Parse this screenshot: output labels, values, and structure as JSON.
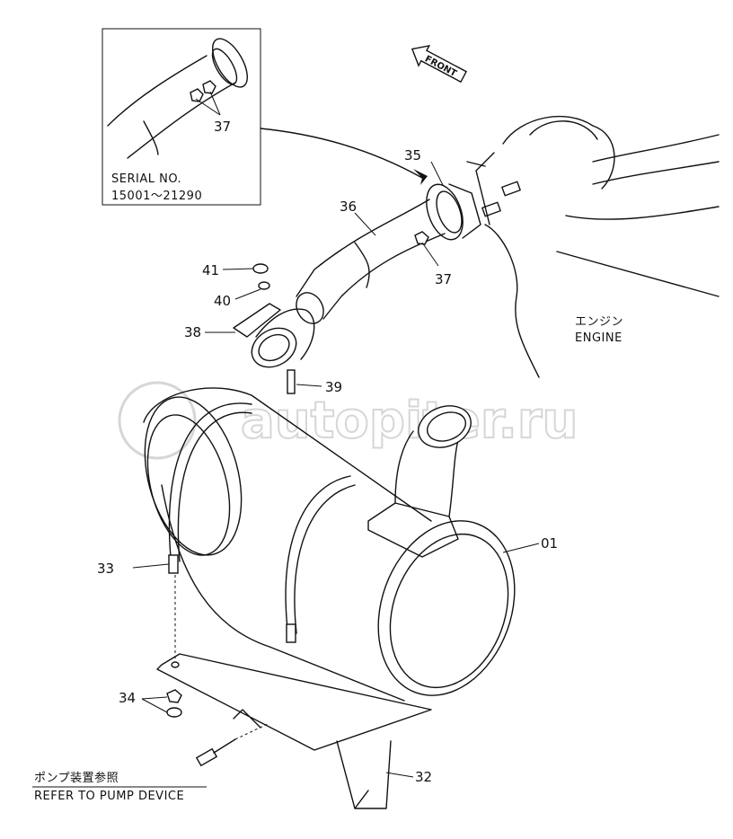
{
  "watermark": "autopiter.ru",
  "direction": "FRONT",
  "inset": {
    "serial_title": "SERIAL NO.",
    "serial_range": "15001～21290",
    "part_label": "37"
  },
  "engine": {
    "label_ja": "エンジン",
    "label_en": "ENGINE"
  },
  "refer": {
    "label_ja": "ポンプ装置参照",
    "label_en": "REFER TO PUMP DEVICE"
  },
  "parts": {
    "p01": "01",
    "p32": "32",
    "p33": "33",
    "p34": "34",
    "p35": "35",
    "p36": "36",
    "p37": "37",
    "p38": "38",
    "p39": "39",
    "p40": "40",
    "p41": "41"
  }
}
